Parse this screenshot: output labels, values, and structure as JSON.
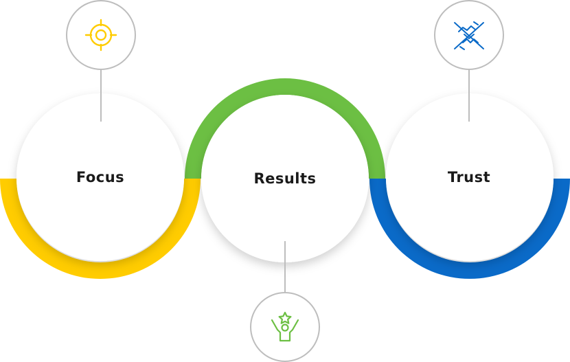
{
  "nodes": [
    {
      "id": "focus",
      "label": "Focus",
      "icon": "target-icon",
      "color": "#FFCC00"
    },
    {
      "id": "results",
      "label": "Results",
      "icon": "person-with-star-icon",
      "color": "#6CBF43"
    },
    {
      "id": "trust",
      "label": "Trust",
      "icon": "handshake-icon",
      "color": "#0A6AC8"
    }
  ],
  "colors": {
    "connector": "#BDBDBD",
    "icon_border": "#BDBDBD",
    "circle_fill": "#FFFFFF",
    "label_text": "#1A1A1A"
  }
}
